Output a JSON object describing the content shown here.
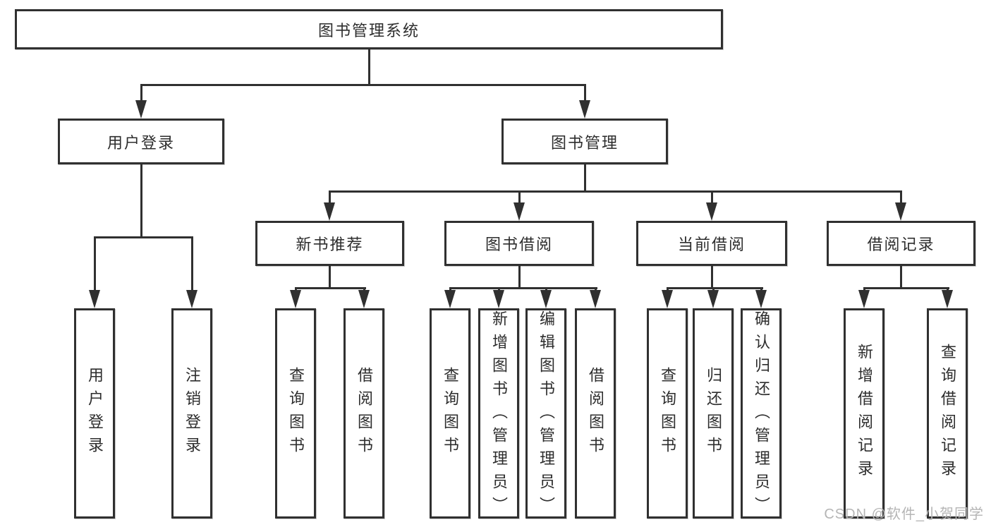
{
  "diagram_type": "hierarchy-tree",
  "tree": {
    "label": "图书管理系统",
    "children": [
      {
        "label": "用户登录",
        "children": [
          {
            "label": "用户登录"
          },
          {
            "label": "注销登录"
          }
        ]
      },
      {
        "label": "图书管理",
        "children": [
          {
            "label": "新书推荐",
            "children": [
              {
                "label": "查询图书"
              },
              {
                "label": "借阅图书"
              }
            ]
          },
          {
            "label": "图书借阅",
            "children": [
              {
                "label": "查询图书"
              },
              {
                "label": "新增图书（管理员）"
              },
              {
                "label": "编辑图书（管理员）"
              },
              {
                "label": "借阅图书"
              }
            ]
          },
          {
            "label": "当前借阅",
            "children": [
              {
                "label": "查询图书"
              },
              {
                "label": "归还图书"
              },
              {
                "label": "确认归还（管理员）"
              }
            ]
          },
          {
            "label": "借阅记录",
            "children": [
              {
                "label": "新增借阅记录"
              },
              {
                "label": "查询借阅记录"
              }
            ]
          }
        ]
      }
    ]
  },
  "watermark": {
    "text": "CSDN @软件_小贺同学"
  },
  "colors": {
    "line": "#303030",
    "box_border": "#303030",
    "box_fill": "#ffffff",
    "text": "#2d2d2d",
    "watermark": "#b5b5b5",
    "background": "#ffffff"
  }
}
